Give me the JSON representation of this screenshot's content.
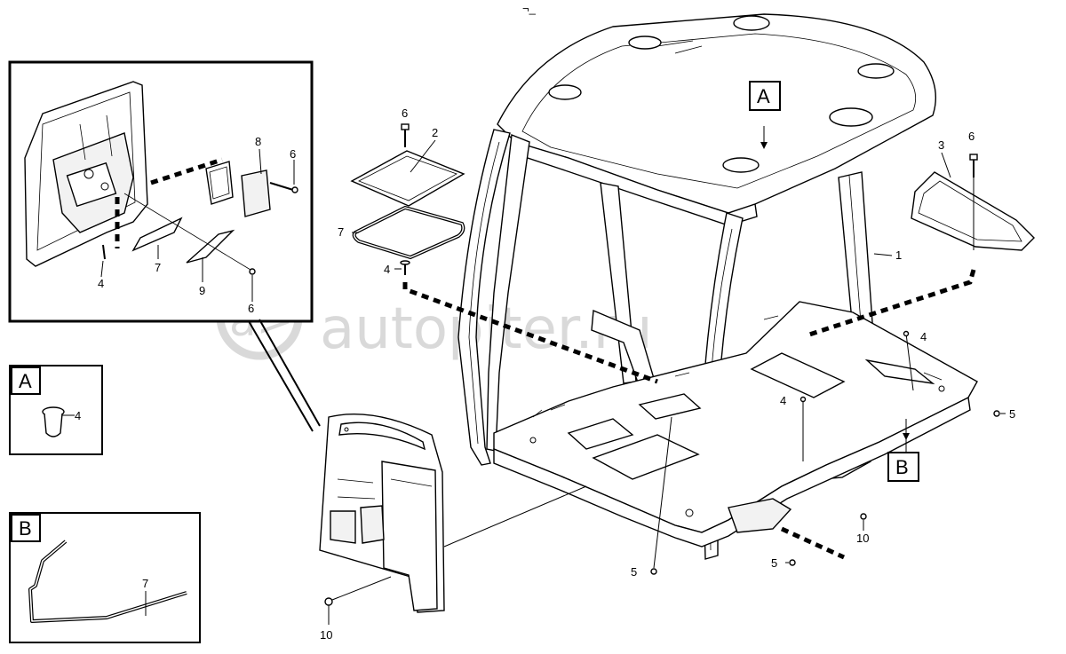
{
  "watermark": {
    "text": "autopiter.ru",
    "logo_mark": "a>"
  },
  "callouts": {
    "detail_a": "A",
    "detail_b": "B"
  },
  "top_mark": "¬_",
  "part_numbers": {
    "n1": "1",
    "n2": "2",
    "n3": "3",
    "n4a": "4",
    "n4b": "4",
    "n4c": "4",
    "n4d": "4",
    "n4e": "4",
    "n5a": "5",
    "n5b": "5",
    "n5c": "5",
    "n6a": "6",
    "n6b": "6",
    "n6c": "6",
    "n6d": "6",
    "n7a": "7",
    "n7b": "7",
    "n7c": "7",
    "n8": "8",
    "n9": "9",
    "n10a": "10",
    "n10b": "10"
  }
}
